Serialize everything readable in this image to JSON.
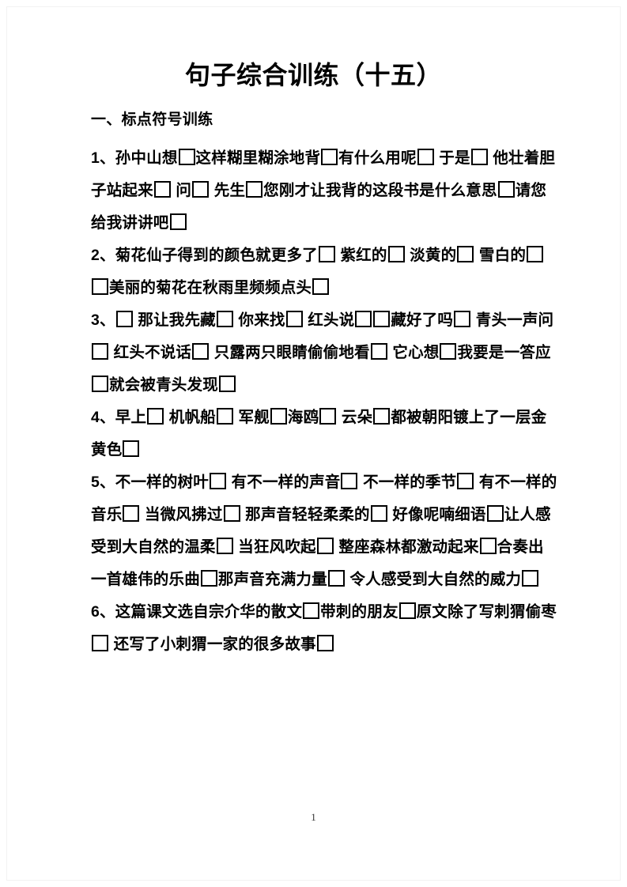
{
  "document": {
    "title": "句子综合训练（十五）",
    "section_heading": "一、标点符号训练",
    "page_number": "1"
  },
  "exercises": [
    {
      "number": "1、",
      "segments": [
        {
          "type": "text",
          "value": "1、孙中山想"
        },
        {
          "type": "box"
        },
        {
          "type": "text",
          "value": "这样糊里糊涂地背"
        },
        {
          "type": "box"
        },
        {
          "type": "text",
          "value": "有什么用呢"
        },
        {
          "type": "box"
        },
        {
          "type": "text",
          "value": " 于是"
        },
        {
          "type": "box"
        },
        {
          "type": "text",
          "value": " 他壮着胆子站起来"
        },
        {
          "type": "box"
        },
        {
          "type": "text",
          "value": " 问"
        },
        {
          "type": "box"
        },
        {
          "type": "text",
          "value": " 先生"
        },
        {
          "type": "box"
        },
        {
          "type": "text",
          "value": "您刚才让我背的这段书是什么意思"
        },
        {
          "type": "box"
        },
        {
          "type": "text",
          "value": "请您给我讲讲吧"
        },
        {
          "type": "box"
        }
      ]
    },
    {
      "number": "2、",
      "segments": [
        {
          "type": "text",
          "value": "2、菊花仙子得到的颜色就更多了"
        },
        {
          "type": "box"
        },
        {
          "type": "text",
          "value": " 紫红的"
        },
        {
          "type": "box"
        },
        {
          "type": "text",
          "value": " 淡黄的"
        },
        {
          "type": "box"
        },
        {
          "type": "text",
          "value": " 雪白的"
        },
        {
          "type": "box"
        },
        {
          "type": "box"
        },
        {
          "type": "text",
          "value": "美丽的菊花在秋雨里频频点头"
        },
        {
          "type": "box"
        }
      ]
    },
    {
      "number": "3、",
      "segments": [
        {
          "type": "text",
          "value": "3、"
        },
        {
          "type": "box"
        },
        {
          "type": "text",
          "value": " 那让我先藏"
        },
        {
          "type": "box"
        },
        {
          "type": "text",
          "value": " 你来找"
        },
        {
          "type": "box"
        },
        {
          "type": "text",
          "value": " 红头说"
        },
        {
          "type": "box"
        },
        {
          "type": "box"
        },
        {
          "type": "text",
          "value": "藏好了吗"
        },
        {
          "type": "box"
        },
        {
          "type": "text",
          "value": " 青头一声问"
        },
        {
          "type": "box"
        },
        {
          "type": "text",
          "value": " 红头不说话"
        },
        {
          "type": "box"
        },
        {
          "type": "text",
          "value": " 只露两只眼睛偷偷地看"
        },
        {
          "type": "box"
        },
        {
          "type": "text",
          "value": " 它心想"
        },
        {
          "type": "box"
        },
        {
          "type": "text",
          "value": "我要是一答应"
        },
        {
          "type": "box"
        },
        {
          "type": "text",
          "value": "就会被青头发现"
        },
        {
          "type": "box"
        }
      ]
    },
    {
      "number": "4、",
      "segments": [
        {
          "type": "text",
          "value": "4、早上"
        },
        {
          "type": "box"
        },
        {
          "type": "text",
          "value": " 机帆船"
        },
        {
          "type": "box"
        },
        {
          "type": "text",
          "value": " 军舰"
        },
        {
          "type": "box"
        },
        {
          "type": "text",
          "value": "海鸥"
        },
        {
          "type": "box"
        },
        {
          "type": "text",
          "value": " 云朵"
        },
        {
          "type": "box"
        },
        {
          "type": "text",
          "value": "都被朝阳镀上了一层金黄色"
        },
        {
          "type": "box"
        }
      ]
    },
    {
      "number": "5、",
      "segments": [
        {
          "type": "text",
          "value": "5、不一样的树叶"
        },
        {
          "type": "box"
        },
        {
          "type": "text",
          "value": " 有不一样的声音"
        },
        {
          "type": "box"
        },
        {
          "type": "text",
          "value": " 不一样的季节"
        },
        {
          "type": "box"
        },
        {
          "type": "text",
          "value": " 有不一样的音乐"
        },
        {
          "type": "box"
        },
        {
          "type": "text",
          "value": " 当微风拂过"
        },
        {
          "type": "box"
        },
        {
          "type": "text",
          "value": " 那声音轻轻柔柔的"
        },
        {
          "type": "box"
        },
        {
          "type": "text",
          "value": " 好像呢喃细语"
        },
        {
          "type": "box"
        },
        {
          "type": "text",
          "value": "让人感受到大自然的温柔"
        },
        {
          "type": "box"
        },
        {
          "type": "text",
          "value": " 当狂风吹起"
        },
        {
          "type": "box"
        },
        {
          "type": "text",
          "value": " 整座森林都激动起来"
        },
        {
          "type": "box"
        },
        {
          "type": "text",
          "value": "合奏出一首雄伟的乐曲"
        },
        {
          "type": "box"
        },
        {
          "type": "text",
          "value": "那声音充满力量"
        },
        {
          "type": "box"
        },
        {
          "type": "text",
          "value": " 令人感受到大自然的威力"
        },
        {
          "type": "box"
        }
      ]
    },
    {
      "number": "6、",
      "segments": [
        {
          "type": "text",
          "value": "6、这篇课文选自宗介华的散文"
        },
        {
          "type": "box"
        },
        {
          "type": "text",
          "value": "带刺的朋友"
        },
        {
          "type": "box"
        },
        {
          "type": "text",
          "value": "原文除了写刺猬偷枣"
        },
        {
          "type": "box"
        },
        {
          "type": "text",
          "value": " 还写了小刺猬一家的很多故事"
        },
        {
          "type": "box"
        }
      ]
    }
  ]
}
